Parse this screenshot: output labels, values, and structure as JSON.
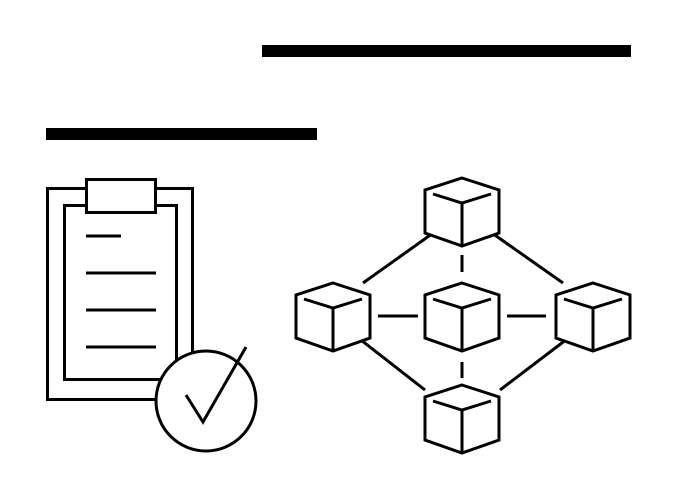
{
  "colors": {
    "stroke": "#000000",
    "background": "#ffffff"
  },
  "icons": {
    "clipboard": "clipboard-icon",
    "check": "checkmark-circle-icon",
    "network": "blockchain-network-icon",
    "bar": "placeholder-bar"
  },
  "network": {
    "nodes": [
      "top",
      "left",
      "center",
      "right",
      "bottom"
    ],
    "links": [
      [
        "top",
        "left"
      ],
      [
        "top",
        "right"
      ],
      [
        "top",
        "center"
      ],
      [
        "left",
        "center"
      ],
      [
        "center",
        "right"
      ],
      [
        "left",
        "bottom"
      ],
      [
        "right",
        "bottom"
      ],
      [
        "center",
        "bottom"
      ]
    ]
  }
}
